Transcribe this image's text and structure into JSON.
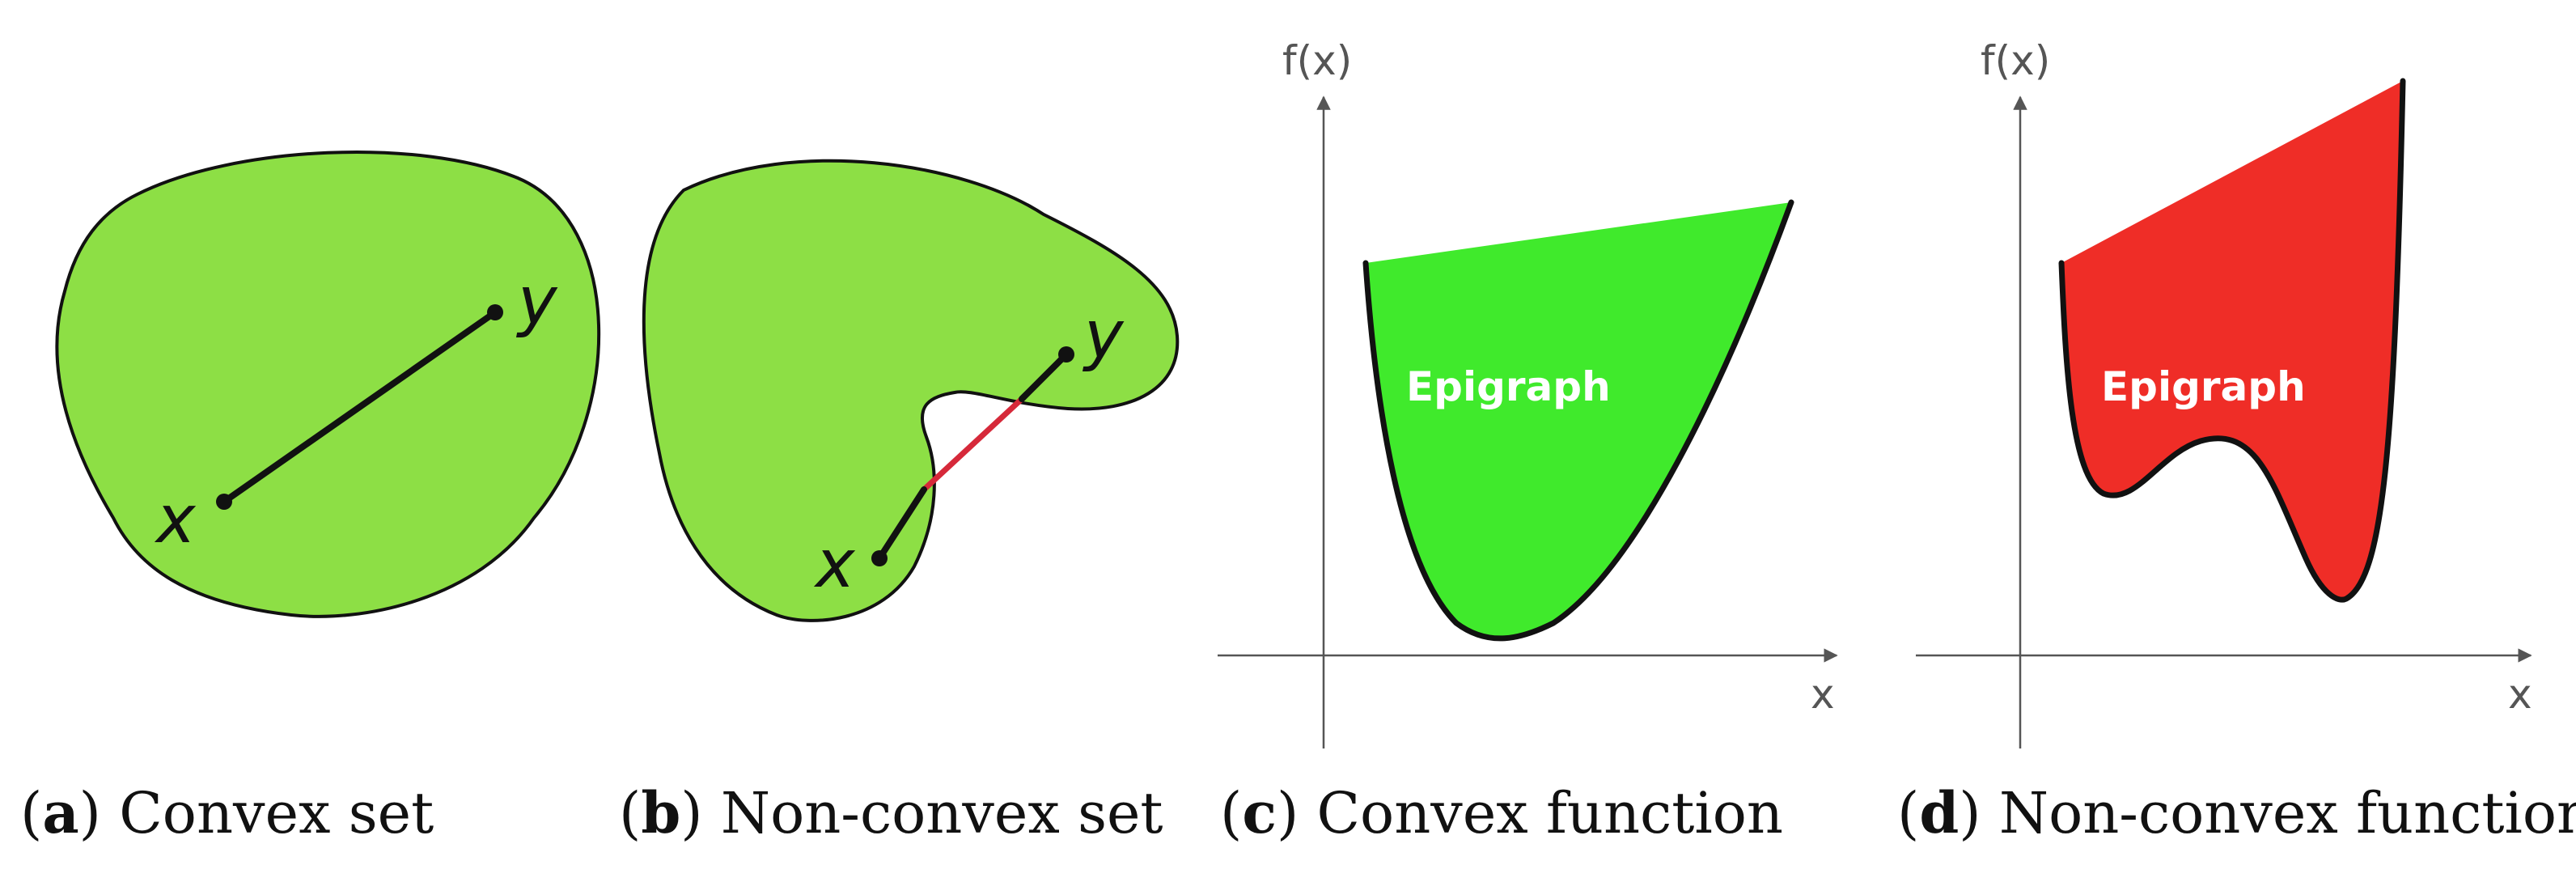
{
  "colors": {
    "set_fill": "#8ddf45",
    "convex_epigraph": "#40ea2c",
    "nonconvex_epigraph": "#ef2d27",
    "segment": "#111111",
    "outside_segment": "#d6293a",
    "axis": "#555555"
  },
  "panels": {
    "a": {
      "point_x": "x",
      "point_y": "y",
      "caption_letter": "a",
      "caption_text": "Convex set"
    },
    "b": {
      "point_x": "x",
      "point_y": "y",
      "caption_letter": "b",
      "caption_text": "Non-convex set"
    },
    "c": {
      "y_axis_label": "f(x)",
      "x_axis_label": "x",
      "region_label": "Epigraph",
      "caption_letter": "c",
      "caption_text": "Convex function"
    },
    "d": {
      "y_axis_label": "f(x)",
      "x_axis_label": "x",
      "region_label": "Epigraph",
      "caption_letter": "d",
      "caption_text": "Non-convex function"
    }
  }
}
